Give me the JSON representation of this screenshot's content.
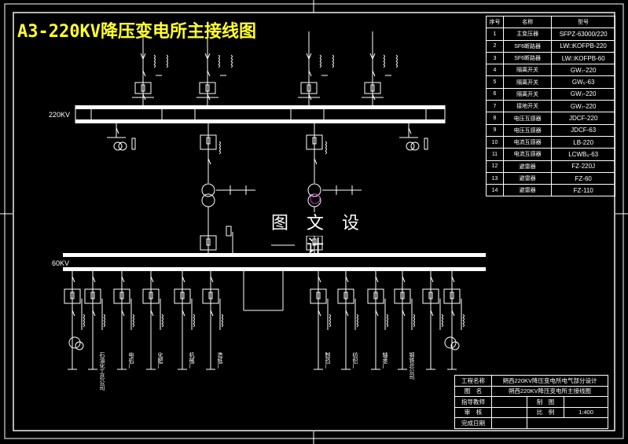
{
  "title": "A3-220KV降压变电所主接线图",
  "watermark": "图 文 设 计",
  "buses": {
    "hv_label": "220KV",
    "lv_label": "60KV"
  },
  "parts_table": {
    "headers": [
      "序号",
      "名称",
      "型号"
    ],
    "rows": [
      {
        "no": "1",
        "name": "主变压器",
        "spec": "SFPZ-63000/220"
      },
      {
        "no": "2",
        "name": "SF6断路器",
        "spec": "LW□KOFPB-220"
      },
      {
        "no": "3",
        "name": "SF6断路器",
        "spec": "LW□KOFPB-60"
      },
      {
        "no": "4",
        "name": "隔离开关",
        "spec": "GW₇-220"
      },
      {
        "no": "5",
        "name": "隔离开关",
        "spec": "GW₅-63"
      },
      {
        "no": "6",
        "name": "隔离开关",
        "spec": "GW₇-220"
      },
      {
        "no": "7",
        "name": "接地开关",
        "spec": "GW₇-220"
      },
      {
        "no": "8",
        "name": "电压互感器",
        "spec": "JDCF-220"
      },
      {
        "no": "9",
        "name": "电压互感器",
        "spec": "JDCF-63"
      },
      {
        "no": "10",
        "name": "电流互感器",
        "spec": "LB-220"
      },
      {
        "no": "11",
        "name": "电流互感器",
        "spec": "LCWB₆-63"
      },
      {
        "no": "12",
        "name": "避雷器",
        "spec": "FZ-220J"
      },
      {
        "no": "13",
        "name": "避雷器",
        "spec": "FZ-60"
      },
      {
        "no": "14",
        "name": "避雷器",
        "spec": "FZ-110"
      }
    ]
  },
  "feeders": [
    "石油化工总公司",
    "电机厂",
    "化肥厂",
    "机械厂",
    "造纸厂",
    "制药厂",
    "纺织厂",
    "轴承厂",
    "钢铁总公司"
  ],
  "title_block": {
    "project_label": "工程名称",
    "project_value": "朔西220KV降压变电所电气部分设计",
    "drawing_label": "图　名",
    "drawing_value": "朔西220KV降压变电所主接线图",
    "instructor_label": "指导教师",
    "drawn_label": "制　图",
    "review_label": "审　核",
    "scale_label": "比　例",
    "scale_value": "1:400",
    "date_label": "完成日期"
  },
  "colors": {
    "background": "#000000",
    "lines": "#ffffff",
    "title": "#ffff33",
    "accent": "#cc33cc"
  }
}
